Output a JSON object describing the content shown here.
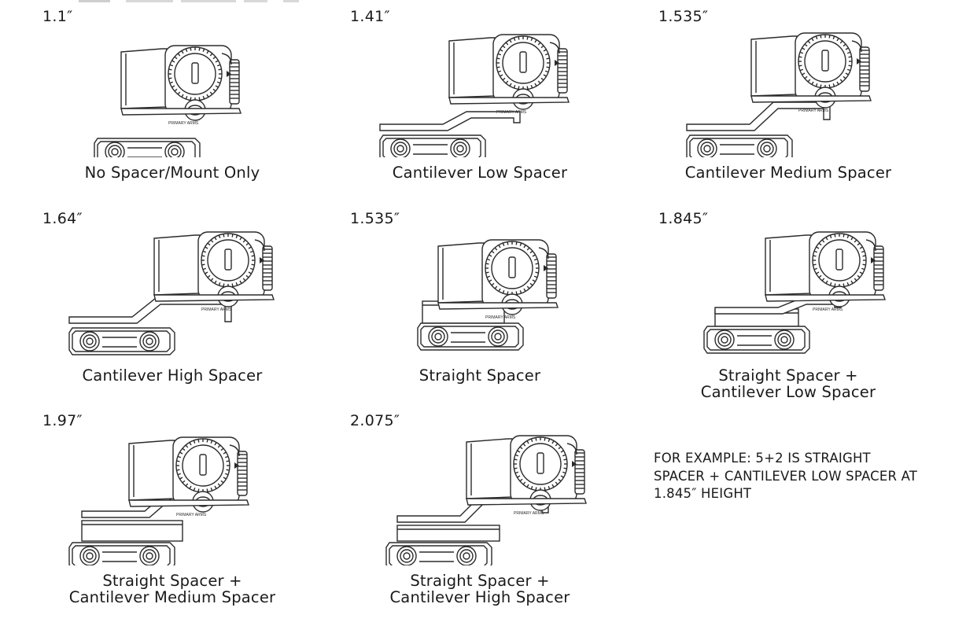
{
  "configs": [
    {
      "height": "1.1″",
      "caption": [
        "No Spacer/Mount Only"
      ],
      "type": "mount-only"
    },
    {
      "height": "1.41″",
      "caption": [
        "Cantilever Low Spacer"
      ],
      "type": "cantilever"
    },
    {
      "height": "1.535″",
      "caption": [
        "Cantilever Medium Spacer"
      ],
      "type": "cantilever"
    },
    {
      "height": "1.64″",
      "caption": [
        "Cantilever High Spacer"
      ],
      "type": "cantilever"
    },
    {
      "height": "1.535″",
      "caption": [
        "Straight Spacer"
      ],
      "type": "straight"
    },
    {
      "height": "1.845″",
      "caption": [
        "Straight Spacer +",
        "Cantilever Low Spacer"
      ],
      "type": "straight-cantilever"
    },
    {
      "height": "1.97″",
      "caption": [
        "Straight Spacer +",
        "Cantilever Medium Spacer"
      ],
      "type": "straight-cantilever"
    },
    {
      "height": "2.075″",
      "caption": [
        "Straight Spacer +",
        "Cantilever High Spacer"
      ],
      "type": "straight-cantilever"
    }
  ],
  "note": [
    "FOR EXAMPLE: 5+2 IS STRAIGHT",
    "SPACER + CANTILEVER LOW SPACER AT",
    "1.845″ HEIGHT"
  ],
  "brand_text": "PRIMARY ARMS"
}
